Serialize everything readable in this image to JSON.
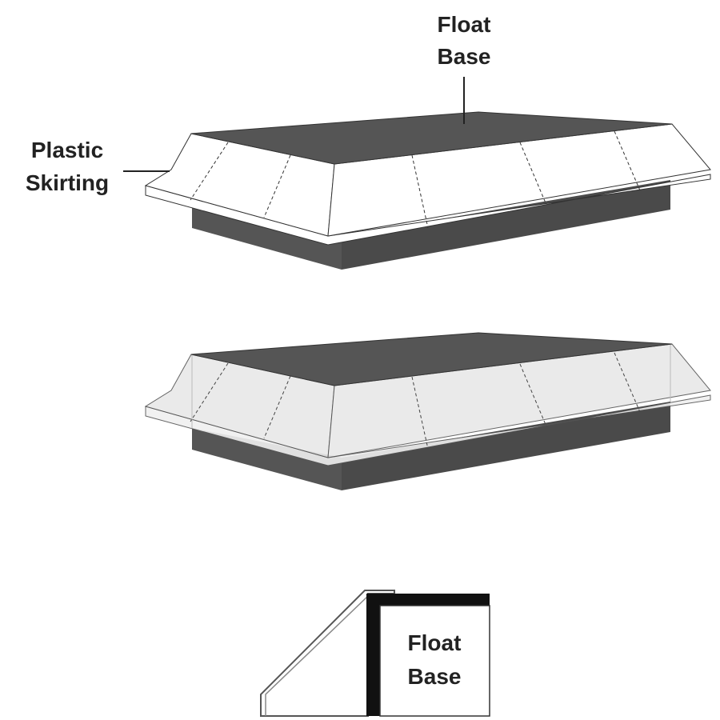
{
  "labels": {
    "float_base_top_line1": "Float",
    "float_base_top_line2": "Base",
    "plastic_skirting_line1": "Plastic",
    "plastic_skirting_line2": "Skirting",
    "float_base_section_line1": "Float",
    "float_base_section_line2": "Base"
  },
  "colors": {
    "float_top": "#555555",
    "float_side": "#4a4a4a",
    "skirting_opaque": "#ffffff",
    "skirting_translucent": "#e8e8e8",
    "outline": "#333333",
    "label": "#222222"
  }
}
